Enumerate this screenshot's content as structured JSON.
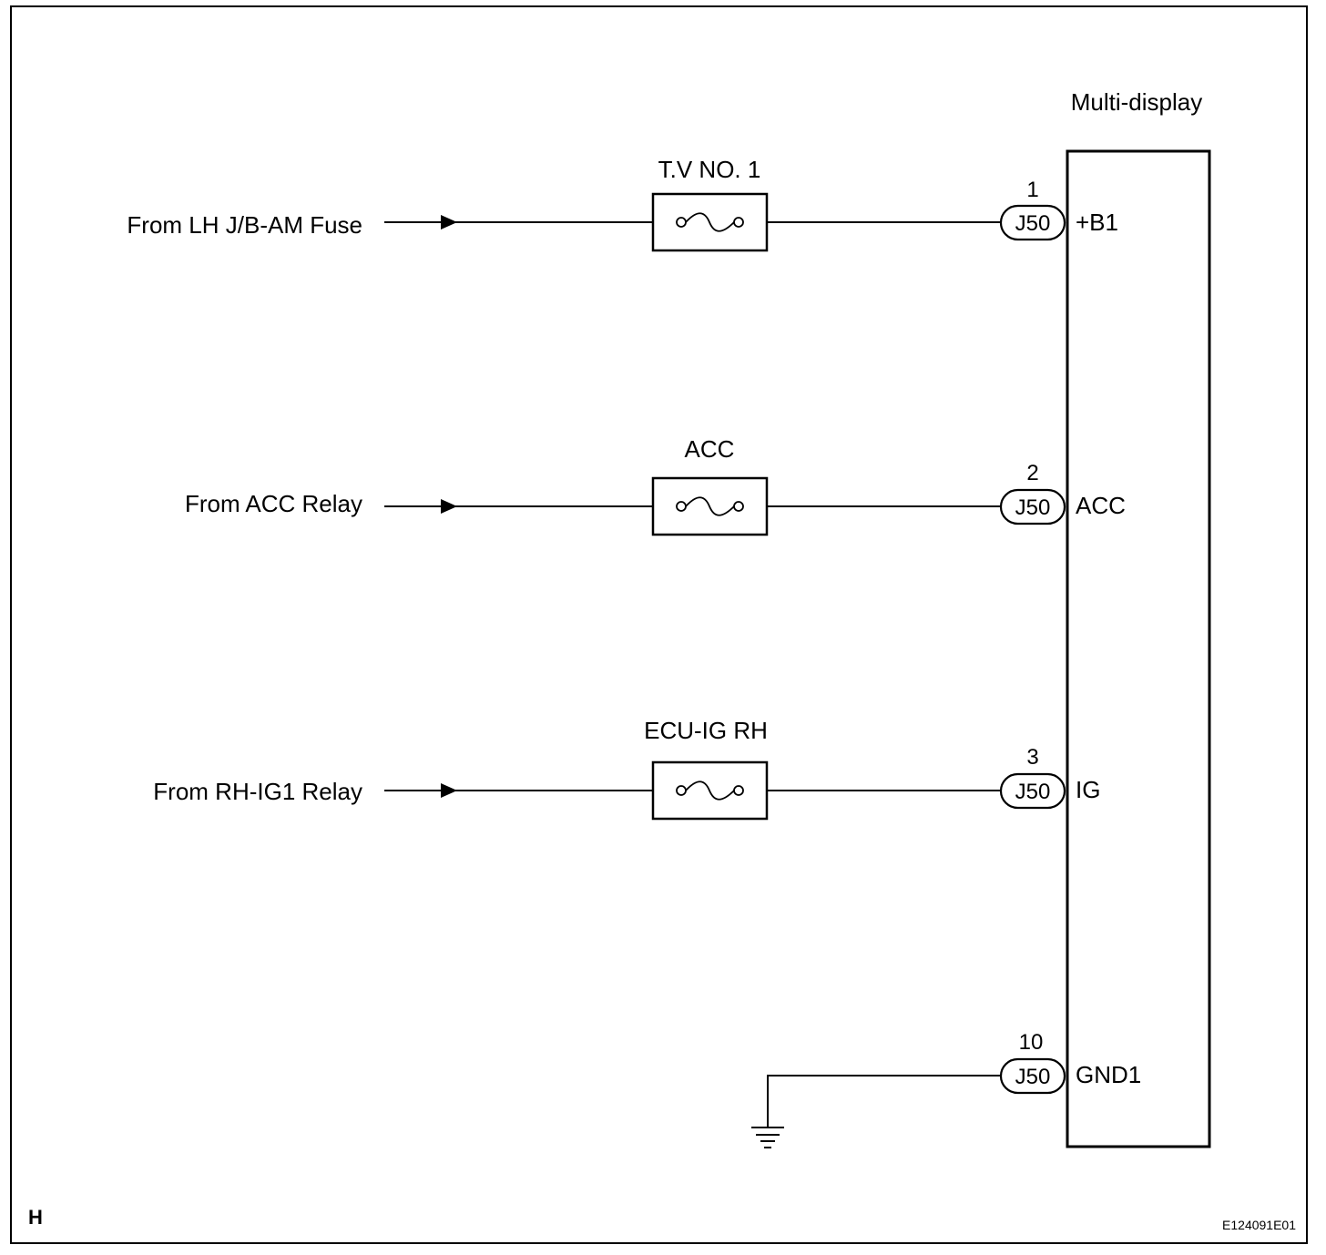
{
  "component": {
    "name": "Multi-display"
  },
  "circuits": [
    {
      "source": "From LH J/B-AM Fuse",
      "fuse": "T.V NO. 1",
      "connector": "J50",
      "pin": "1",
      "terminal": "+B1"
    },
    {
      "source": "From ACC Relay",
      "fuse": "ACC",
      "connector": "J50",
      "pin": "2",
      "terminal": "ACC"
    },
    {
      "source": "From RH-IG1 Relay",
      "fuse": "ECU-IG RH",
      "connector": "J50",
      "pin": "3",
      "terminal": "IG"
    }
  ],
  "ground": {
    "connector": "J50",
    "pin": "10",
    "terminal": "GND1"
  },
  "footer": {
    "left_code": "H",
    "figure_id": "E124091E01"
  }
}
